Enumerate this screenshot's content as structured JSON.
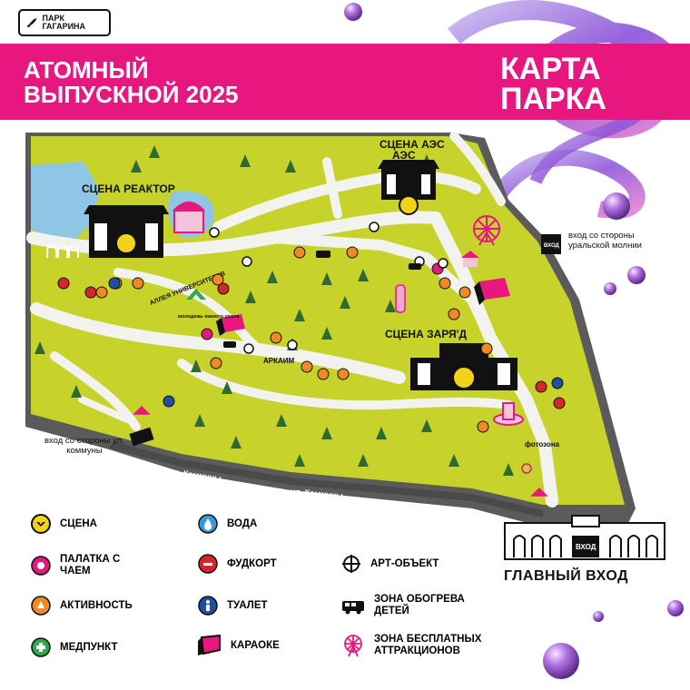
{
  "header": {
    "logo_text": "ПАРК ГАГАРИНА",
    "event_title_line1": "АТОМНЫЙ",
    "event_title_line2": "ВЫПУСКНОЙ 2025",
    "map_title_line1": "КАРТА",
    "map_title_line2": "ПАРКА"
  },
  "map": {
    "stage_reactor": "СЦЕНА РЕАКТОР",
    "stage_aes": "СЦЕНА АЭС",
    "stage_zarya": "СЦЕНА ЗАРЯ'Д",
    "entry_east": "вход со стороны уральской молнии",
    "entry_west": "вход со стороны ул. коммуны",
    "street_1": "ул. Коммуны",
    "street_2": "ул. Коммуны",
    "photozone": "фотозона",
    "arkaim": "АРКАИМ",
    "university_alley": "АЛЛЕЯ УНИВЕРСИТЕТОВ",
    "youth_label": "молодежь южного урала",
    "main_entry": "ГЛАВНЫЙ ВХОД",
    "main_entry_sign": "ВХОД"
  },
  "legend": [
    {
      "icon": "stage-icon",
      "label": "СЦЕНА"
    },
    {
      "icon": "tea-tent-icon",
      "label": "ПАЛАТКА С ЧАЕМ"
    },
    {
      "icon": "activity-icon",
      "label": "АКТИВНОСТЬ"
    },
    {
      "icon": "medical-icon",
      "label": "МЕДПУНКТ"
    },
    {
      "icon": "water-icon",
      "label": "ВОДА"
    },
    {
      "icon": "foodcourt-icon",
      "label": "ФУДКОРТ"
    },
    {
      "icon": "toilet-icon",
      "label": "ТУАЛЕТ"
    },
    {
      "icon": "karaoke-icon",
      "label": "КАРАОКЕ"
    },
    {
      "icon": "art-object-icon",
      "label": "АРТ-ОБЪЕКТ"
    },
    {
      "icon": "kids-heating-icon",
      "label": "ЗОНА ОБОГРЕВА ДЕТЕЙ"
    },
    {
      "icon": "free-rides-icon",
      "label": "ЗОНА БЕСПЛАТНЫХ АТТРАКЦИОНОВ"
    }
  ],
  "colors": {
    "pink": "#e8177f",
    "park": "#c7d32a",
    "path": "#f2f2ee",
    "road": "#5b5b5b",
    "water": "#8fc6e6",
    "orange": "#f08a24",
    "red": "#d6262b",
    "blue": "#1f4fa0",
    "purple": "#7a3fa0"
  }
}
